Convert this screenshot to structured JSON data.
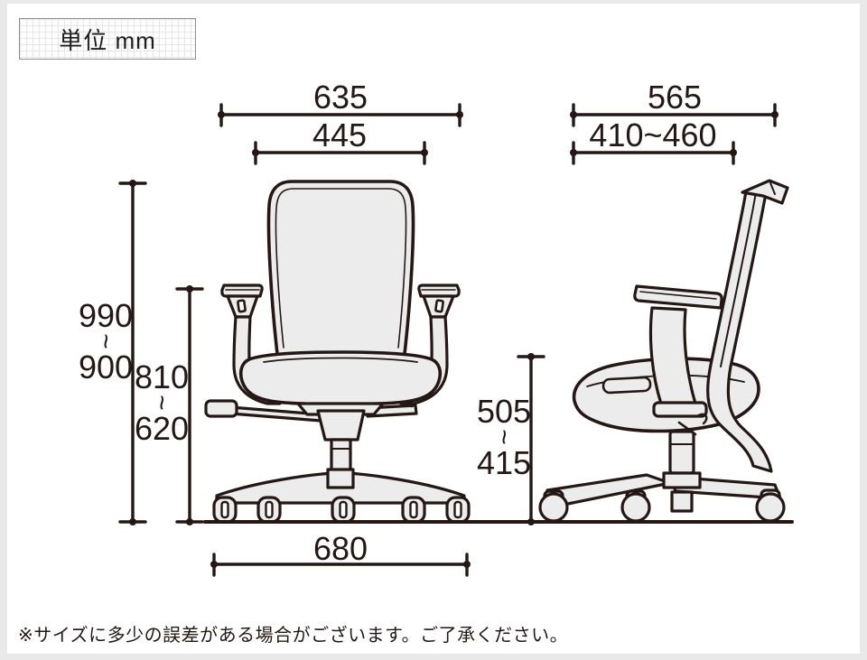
{
  "unit_box": {
    "label": "単位 mm"
  },
  "front_view": {
    "dim_overall_width": "635",
    "dim_backrest_width": "445",
    "dim_base_width": "680",
    "dim_overall_height": {
      "max": "990",
      "tilde": "~",
      "min": "900"
    },
    "dim_armrest_height": {
      "max": "810",
      "tilde": "~",
      "min": "620"
    }
  },
  "side_view": {
    "dim_overall_depth": "565",
    "dim_seat_depth_range": "410~460",
    "dim_seat_height": {
      "max": "505",
      "tilde": "~",
      "min": "415"
    }
  },
  "footnote": "※サイズに多少の誤差がある場合がございます。ご了承ください。",
  "colors": {
    "line": "#231815",
    "chair_fill": "#ececec",
    "page_background": "#e9e9e9",
    "canvas_background": "#ffffff"
  }
}
